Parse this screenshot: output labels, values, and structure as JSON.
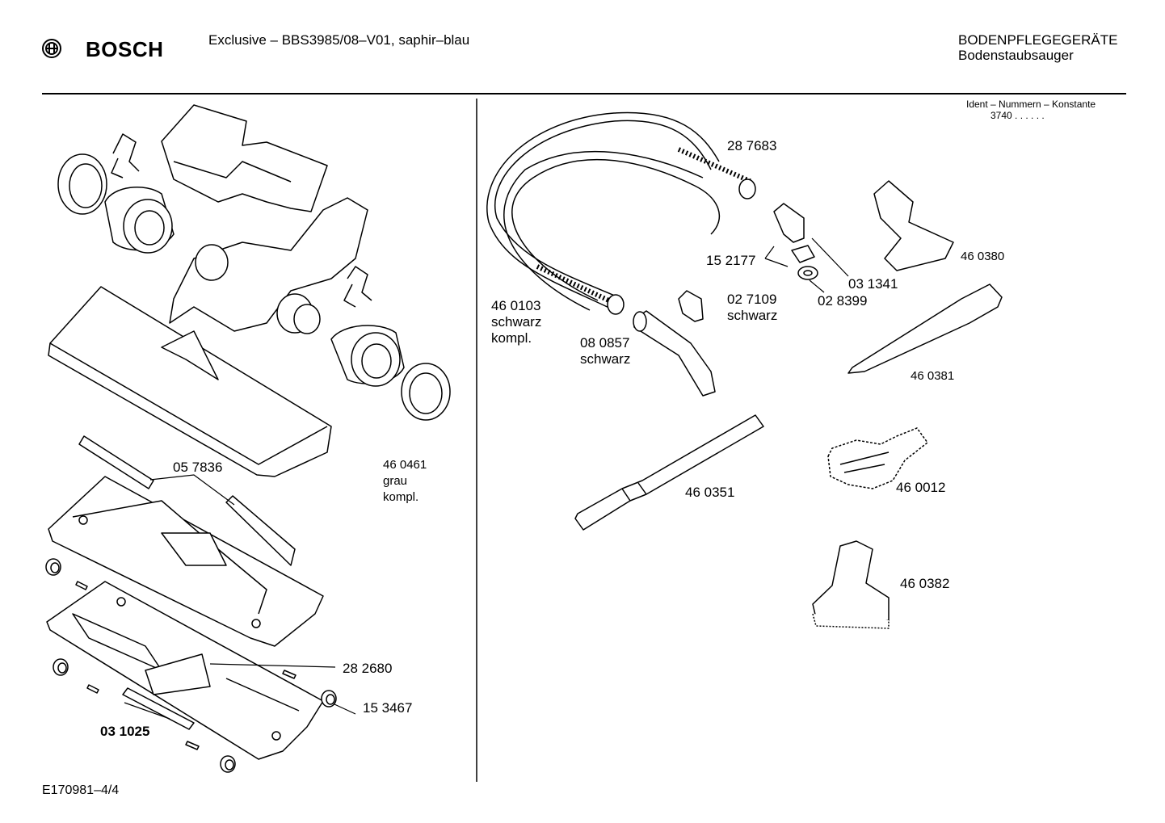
{
  "header": {
    "brand": "BOSCH",
    "model": "Exclusive – BBS3985/08–V01, saphir–blau",
    "category": "BODENPFLEGEGERÄTE",
    "subcategory": "Bodenstaubsauger"
  },
  "ident": {
    "title": "Ident – Nummern – Konstante",
    "value": "3740  . .    . . . ."
  },
  "footer": {
    "doc_id": "E170981–4/4"
  },
  "parts": {
    "p460461": {
      "number": "46 0461",
      "line2": "grau",
      "line3": "kompl."
    },
    "p057836": {
      "number": "05 7836"
    },
    "p282680": {
      "number": "28 2680"
    },
    "p153467": {
      "number": "15 3467"
    },
    "p031025": {
      "number": "03 1025"
    },
    "p287683": {
      "number": "28 7683"
    },
    "p152177": {
      "number": "15 2177"
    },
    "p031341": {
      "number": "03 1341"
    },
    "p028399": {
      "number": "02 8399"
    },
    "p027109": {
      "number": "02 7109",
      "line2": "schwarz"
    },
    "p460103": {
      "number": "46 0103",
      "line2": "schwarz",
      "line3": "kompl."
    },
    "p080857": {
      "number": "08 0857",
      "line2": "schwarz"
    },
    "p460380": {
      "number": "46 0380"
    },
    "p460381": {
      "number": "46 0381"
    },
    "p460351": {
      "number": "46 0351"
    },
    "p460012": {
      "number": "46 0012"
    },
    "p460382": {
      "number": "46 0382"
    }
  },
  "colors": {
    "ink": "#000000",
    "paper": "#ffffff"
  }
}
